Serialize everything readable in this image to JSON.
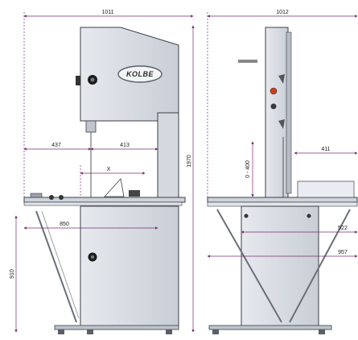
{
  "brand": {
    "logo": "KOLBE"
  },
  "dimensions": {
    "front_width": "1011",
    "front_throat_left": "437",
    "front_throat_right": "413",
    "front_x": "X",
    "front_table": "850",
    "front_table_height": "910",
    "front_total_height": "1970",
    "side_width": "1012",
    "side_cut_height": "0 - 400",
    "side_throat": "411",
    "side_depth_1": "522",
    "side_depth_2": "957"
  },
  "colors": {
    "dimension_line": "#7a2c6e",
    "machine_body": "#d9dde3",
    "machine_edge": "#3b3f46",
    "accent_red": "#d23a1e"
  }
}
